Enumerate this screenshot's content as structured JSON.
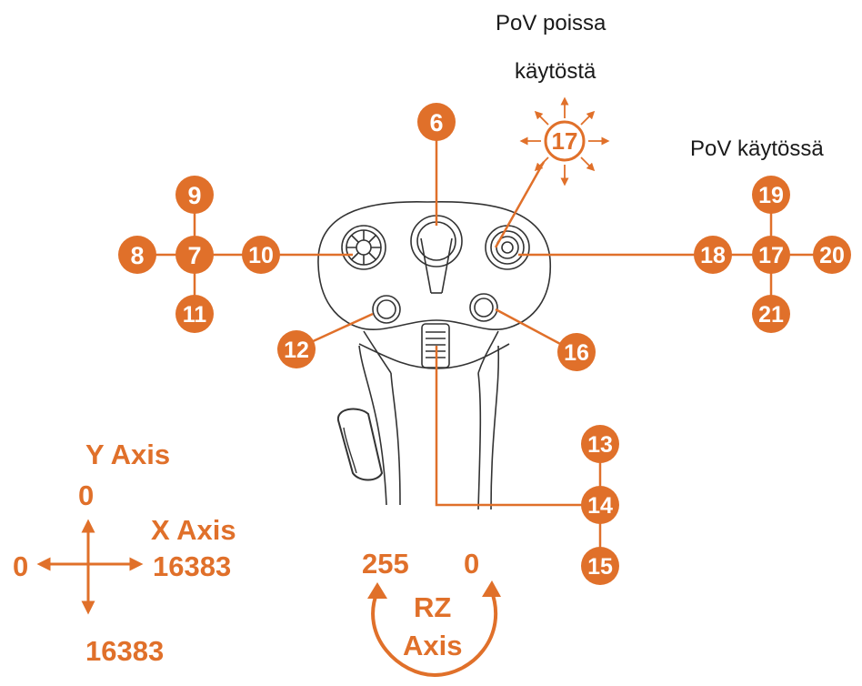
{
  "colors": {
    "accent": "#e0702a",
    "outline": "#333333",
    "text": "#1a1a1a"
  },
  "captions": {
    "pov_off_line1": "PoV poissa",
    "pov_off_line2": "käytöstä",
    "pov_on": "PoV käytössä"
  },
  "buttons": {
    "b6": "6",
    "b7": "7",
    "b8": "8",
    "b9": "9",
    "b10": "10",
    "b11": "11",
    "b12": "12",
    "b13": "13",
    "b14": "14",
    "b15": "15",
    "b16": "16",
    "b17_off": "17",
    "b17_on": "17",
    "b18": "18",
    "b19": "19",
    "b20": "20",
    "b21": "21"
  },
  "axes": {
    "y_title": "Y Axis",
    "y_min": "0",
    "y_max": "16383",
    "x_title": "X Axis",
    "x_min": "0",
    "x_max": "16383",
    "rz_title_1": "RZ",
    "rz_title_2": "Axis",
    "rz_left": "255",
    "rz_right": "0"
  }
}
